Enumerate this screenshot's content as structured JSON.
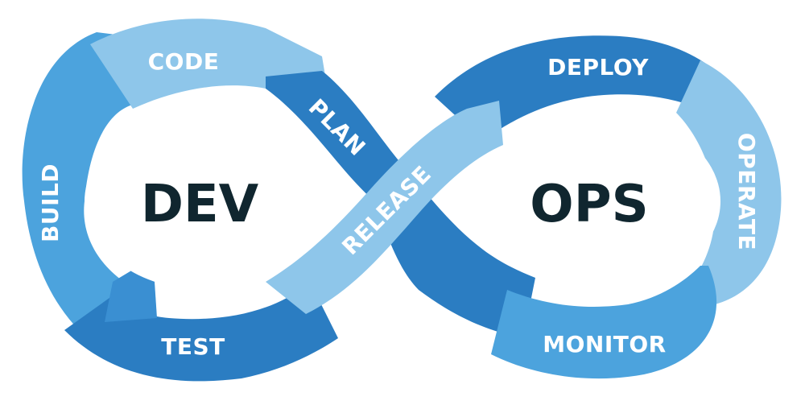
{
  "diagram": {
    "left_center": "DEV",
    "right_center": "OPS",
    "stages": {
      "code": "CODE",
      "plan": "PLAN",
      "build": "BUILD",
      "test": "TEST",
      "release": "RELEASE",
      "deploy": "DEPLOY",
      "operate": "OPERATE",
      "monitor": "MONITOR"
    }
  },
  "colors": {
    "light": "#8ec6ea",
    "mid": "#4ca3dd",
    "dark": "#2b7dc2",
    "center_text": "#10262f"
  }
}
